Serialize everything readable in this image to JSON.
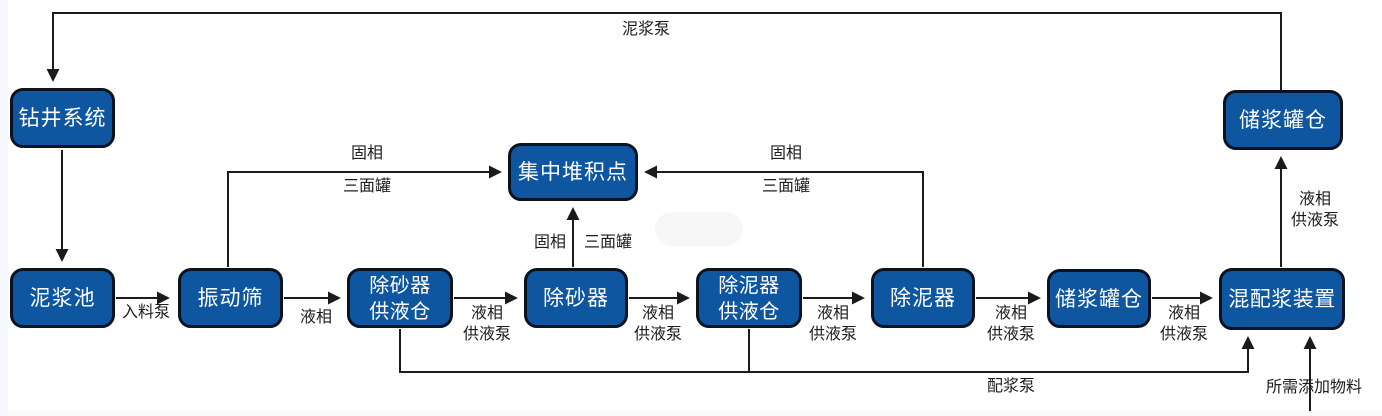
{
  "diagram": {
    "nodes": {
      "drilling_system": {
        "label": "钻井系统"
      },
      "mud_pit": {
        "label": "泥浆池"
      },
      "shale_shaker": {
        "label": "振动筛"
      },
      "desander_tank": {
        "label": "除砂器",
        "label2": "供液仓"
      },
      "desander": {
        "label": "除砂器"
      },
      "desilter_tank": {
        "label": "除泥器",
        "label2": "供液仓"
      },
      "desilter": {
        "label": "除泥器"
      },
      "storage_tank": {
        "label": "储浆罐仓"
      },
      "mixing_unit": {
        "label": "混配浆装置"
      },
      "storage_tank_top": {
        "label": "储浆罐仓"
      },
      "collection_point": {
        "label": "集中堆积点"
      }
    },
    "edge_labels": {
      "mud_pump": "泥浆泵",
      "feed_pump": "入料泵",
      "liquid_phase": "液相",
      "solid_left_1": "固相",
      "solid_left_2": "三面罐",
      "solid_mid_1": "固相",
      "solid_mid_2": "三面罐",
      "solid_right_1": "固相",
      "solid_right_2": "三面罐",
      "supply_1": {
        "line1": "液相",
        "line2": "供液泵"
      },
      "supply_2": {
        "line1": "液相",
        "line2": "供液泵"
      },
      "supply_3": {
        "line1": "液相",
        "line2": "供液泵"
      },
      "supply_4": {
        "line1": "液相",
        "line2": "供液泵"
      },
      "supply_5": {
        "line1": "液相",
        "line2": "供液泵"
      },
      "supply_vertical": {
        "line1": "液相",
        "line2": "供液泵"
      },
      "mixing_pump": "配浆泵",
      "additives": "所需添加物料"
    },
    "colors": {
      "node_fill": "#0e56a0",
      "node_border": "#0b1220",
      "line": "#1b1b1b",
      "page_margin": "#f7f9fe"
    }
  }
}
